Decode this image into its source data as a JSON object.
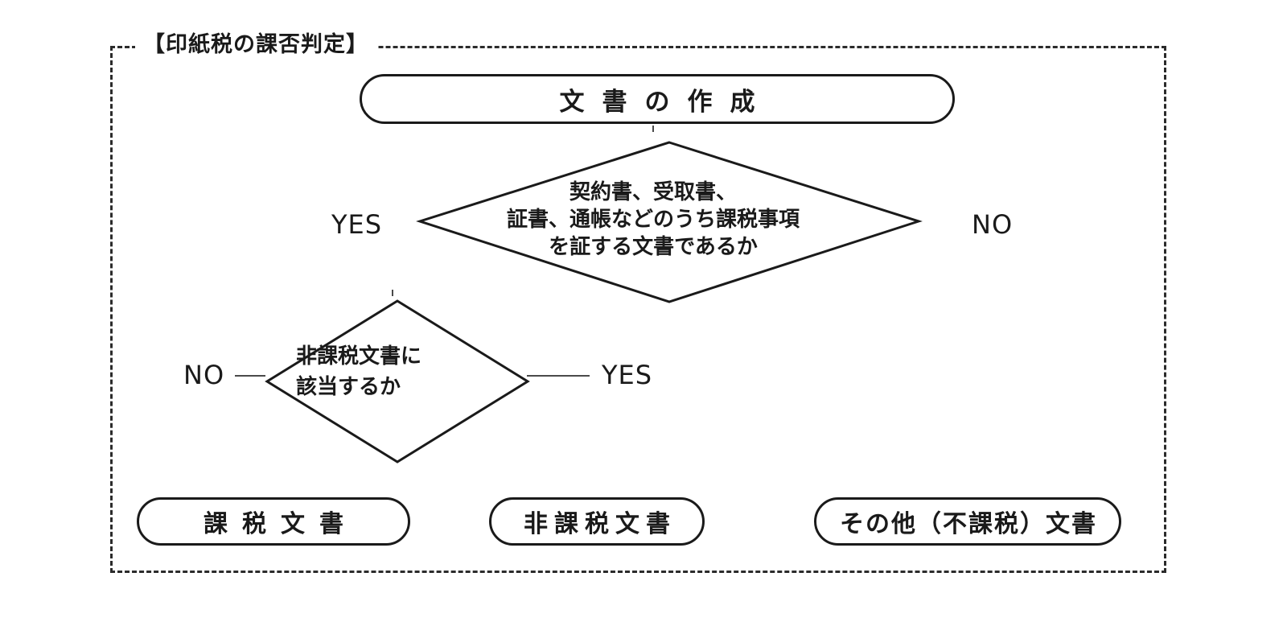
{
  "frame": {
    "title": "【印紙税の課否判定】"
  },
  "flowchart": {
    "type": "decision-flowchart",
    "start": {
      "label": "文書の作成",
      "shape": "rounded-terminator"
    },
    "decisions": [
      {
        "id": "decision-1",
        "shape": "diamond",
        "lines": [
          "契約書、受取書、",
          "証書、通帳などのうち課税事項",
          "を証する文書であるか"
        ],
        "yes_label": "YES",
        "no_label": "NO",
        "yes_side": "left",
        "no_side": "right"
      },
      {
        "id": "decision-2",
        "shape": "diamond",
        "lines": [
          "非課税文書に",
          "該当するか"
        ],
        "yes_label": "YES",
        "no_label": "NO",
        "yes_side": "right",
        "no_side": "left"
      }
    ],
    "outcomes": [
      {
        "id": "outcome-taxable",
        "label": "課税文書",
        "shape": "rounded-terminator"
      },
      {
        "id": "outcome-nontaxable",
        "label": "非課税文書",
        "shape": "rounded-terminator"
      },
      {
        "id": "outcome-other",
        "label": "その他（不課税）文書",
        "shape": "rounded-terminator"
      }
    ]
  },
  "colors": {
    "ink": "#1a1a1a",
    "line": "#4a4a4a",
    "background": "#ffffff",
    "frame_border": "#2b2b2b"
  }
}
